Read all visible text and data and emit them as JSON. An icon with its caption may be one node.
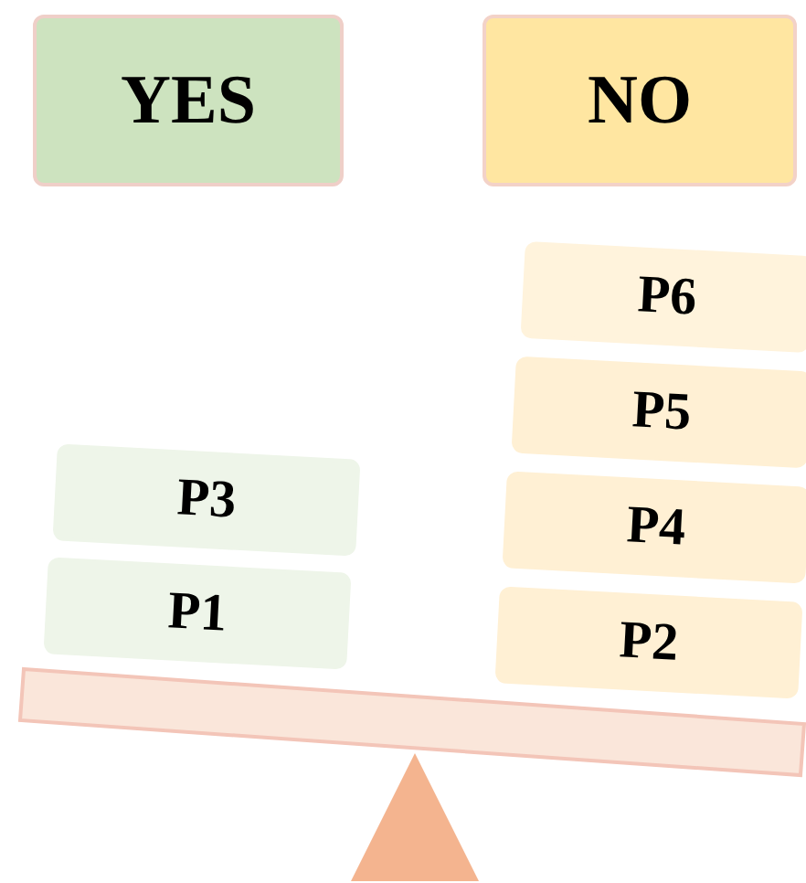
{
  "diagram": {
    "nodes": [
      {
        "text": [
          "YES"
        ]
      },
      {
        "text": [
          "NO"
        ]
      },
      {
        "text": [
          "P3"
        ]
      },
      {
        "text": [
          "P1"
        ]
      },
      {
        "text": [
          "P6"
        ]
      },
      {
        "text": [
          "P5"
        ]
      },
      {
        "text": [
          "P4"
        ]
      },
      {
        "text": [
          "P2"
        ]
      }
    ]
  }
}
